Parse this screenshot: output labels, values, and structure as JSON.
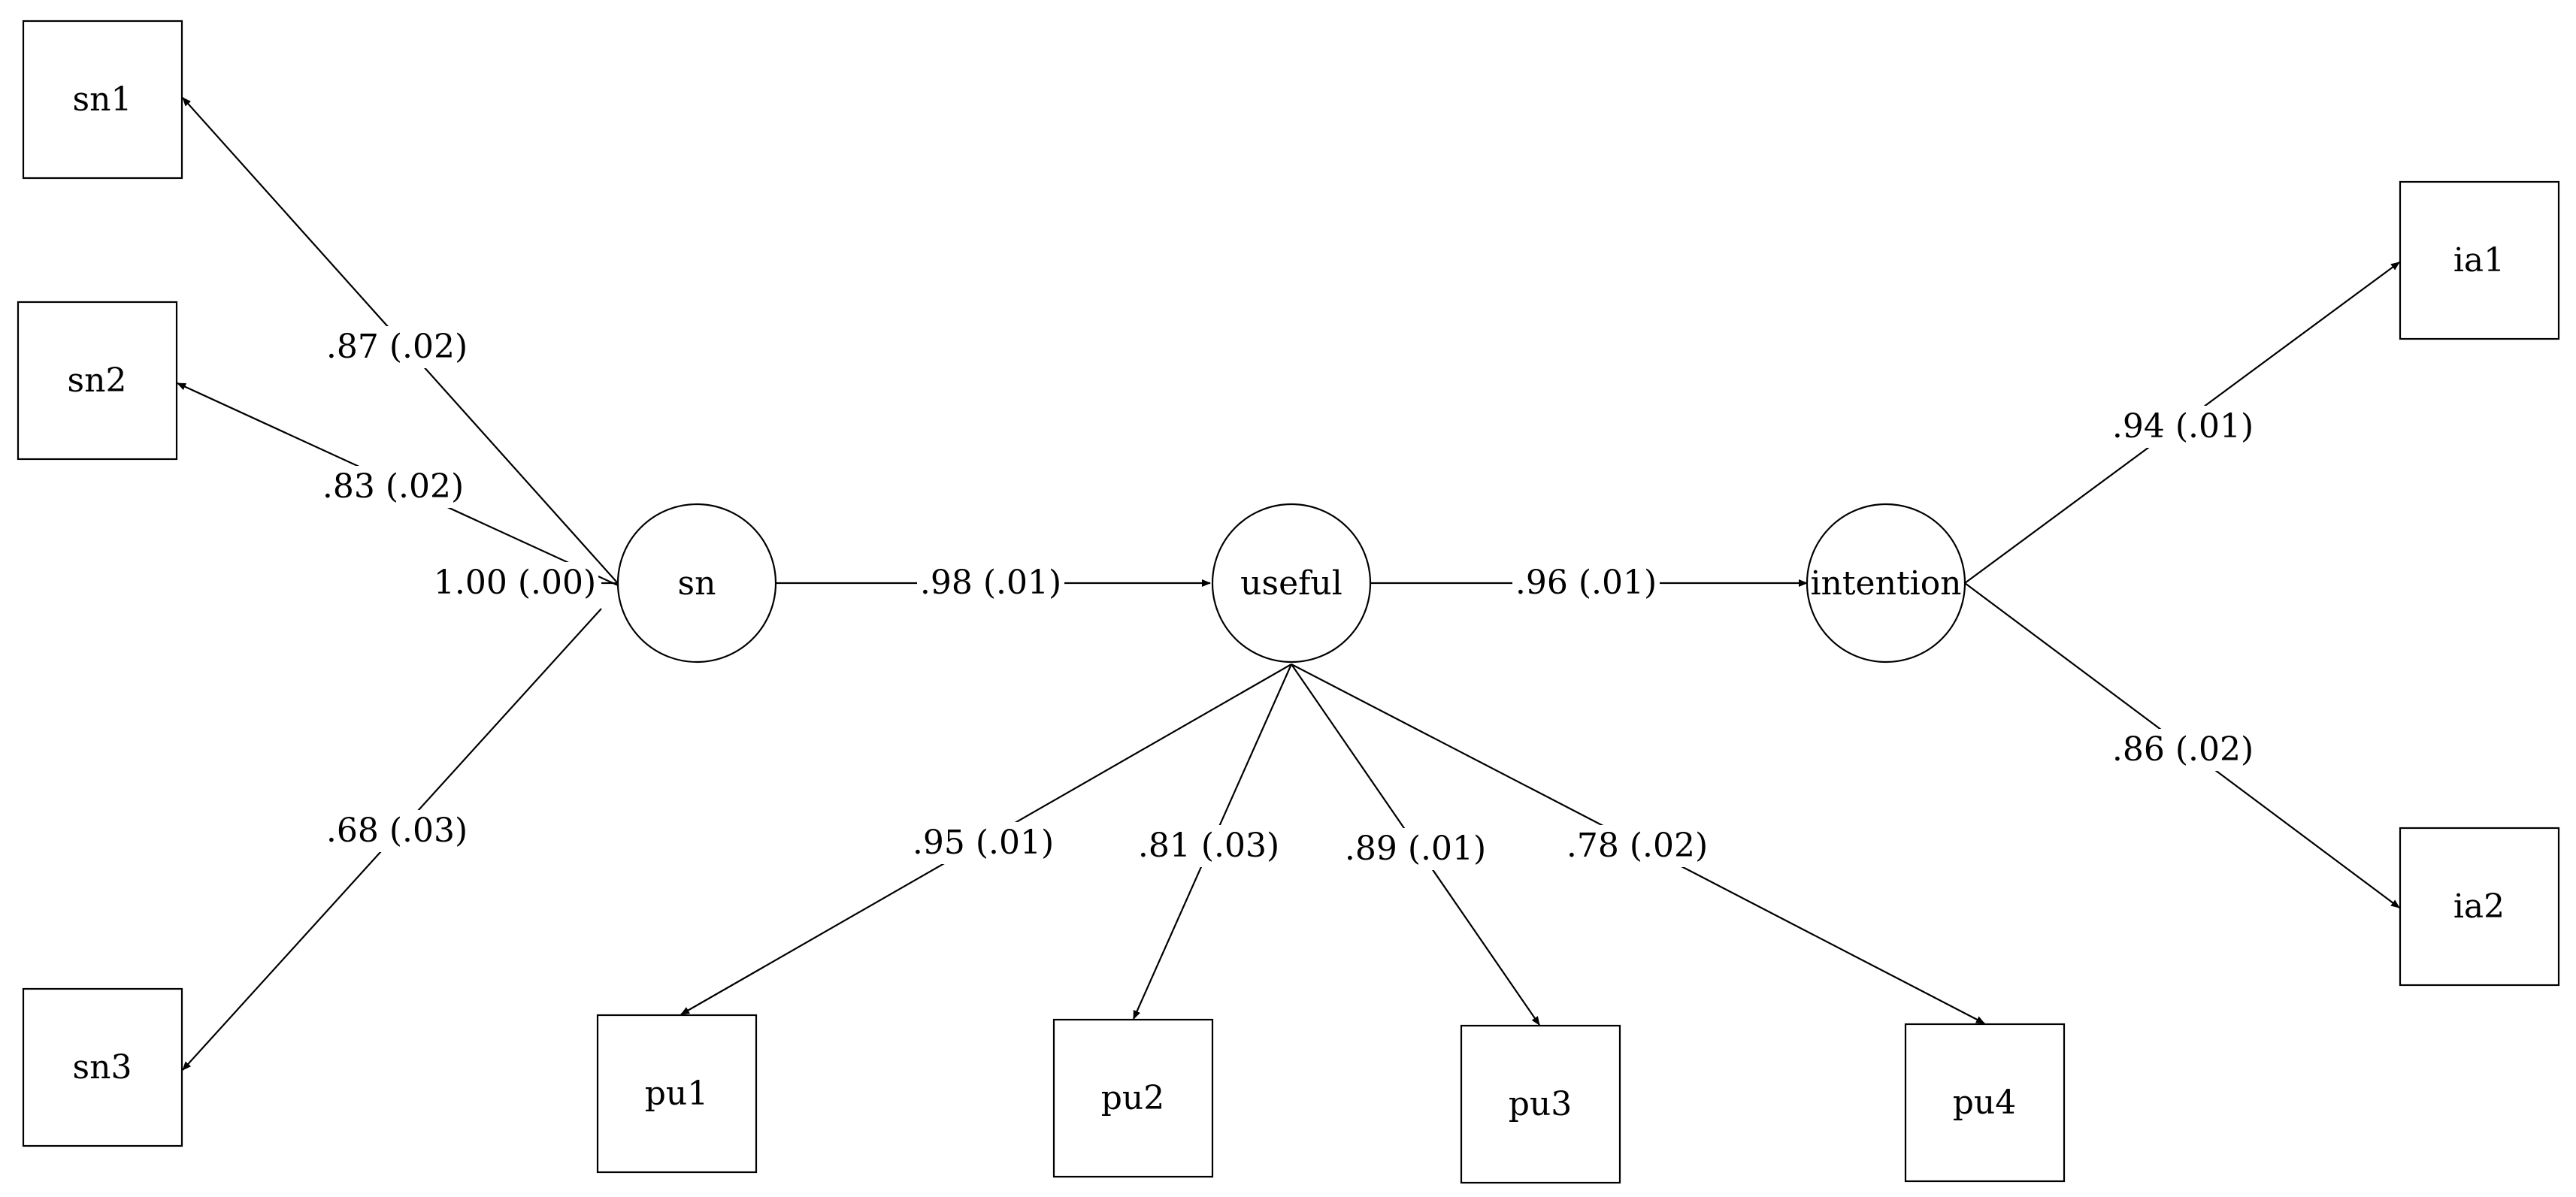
{
  "nodes": {
    "sn1": {
      "label": "sn1"
    },
    "sn2": {
      "label": "sn2"
    },
    "sn3": {
      "label": "sn3"
    },
    "sn": {
      "label": "sn"
    },
    "useful": {
      "label": "useful"
    },
    "intention": {
      "label": "intention"
    },
    "pu1": {
      "label": "pu1"
    },
    "pu2": {
      "label": "pu2"
    },
    "pu3": {
      "label": "pu3"
    },
    "pu4": {
      "label": "pu4"
    },
    "ia1": {
      "label": "ia1"
    },
    "ia2": {
      "label": "ia2"
    }
  },
  "edges": {
    "sn_sn1": {
      "label": ".87 (.02)"
    },
    "sn_sn2": {
      "label": ".83 (.02)"
    },
    "sn_self": {
      "label": "1.00 (.00)"
    },
    "sn_sn3": {
      "label": ".68 (.03)"
    },
    "sn_useful": {
      "label": ".98 (.01)"
    },
    "useful_intention": {
      "label": ".96 (.01)"
    },
    "useful_pu1": {
      "label": ".95 (.01)"
    },
    "useful_pu2": {
      "label": ".81 (.03)"
    },
    "useful_pu3": {
      "label": ".89 (.01)"
    },
    "useful_pu4": {
      "label": ".78 (.02)"
    },
    "intention_ia1": {
      "label": ".94 (.01)"
    },
    "intention_ia2": {
      "label": ".86 (.02)"
    }
  },
  "colors": {
    "stroke": "#000000",
    "background": "#ffffff"
  }
}
